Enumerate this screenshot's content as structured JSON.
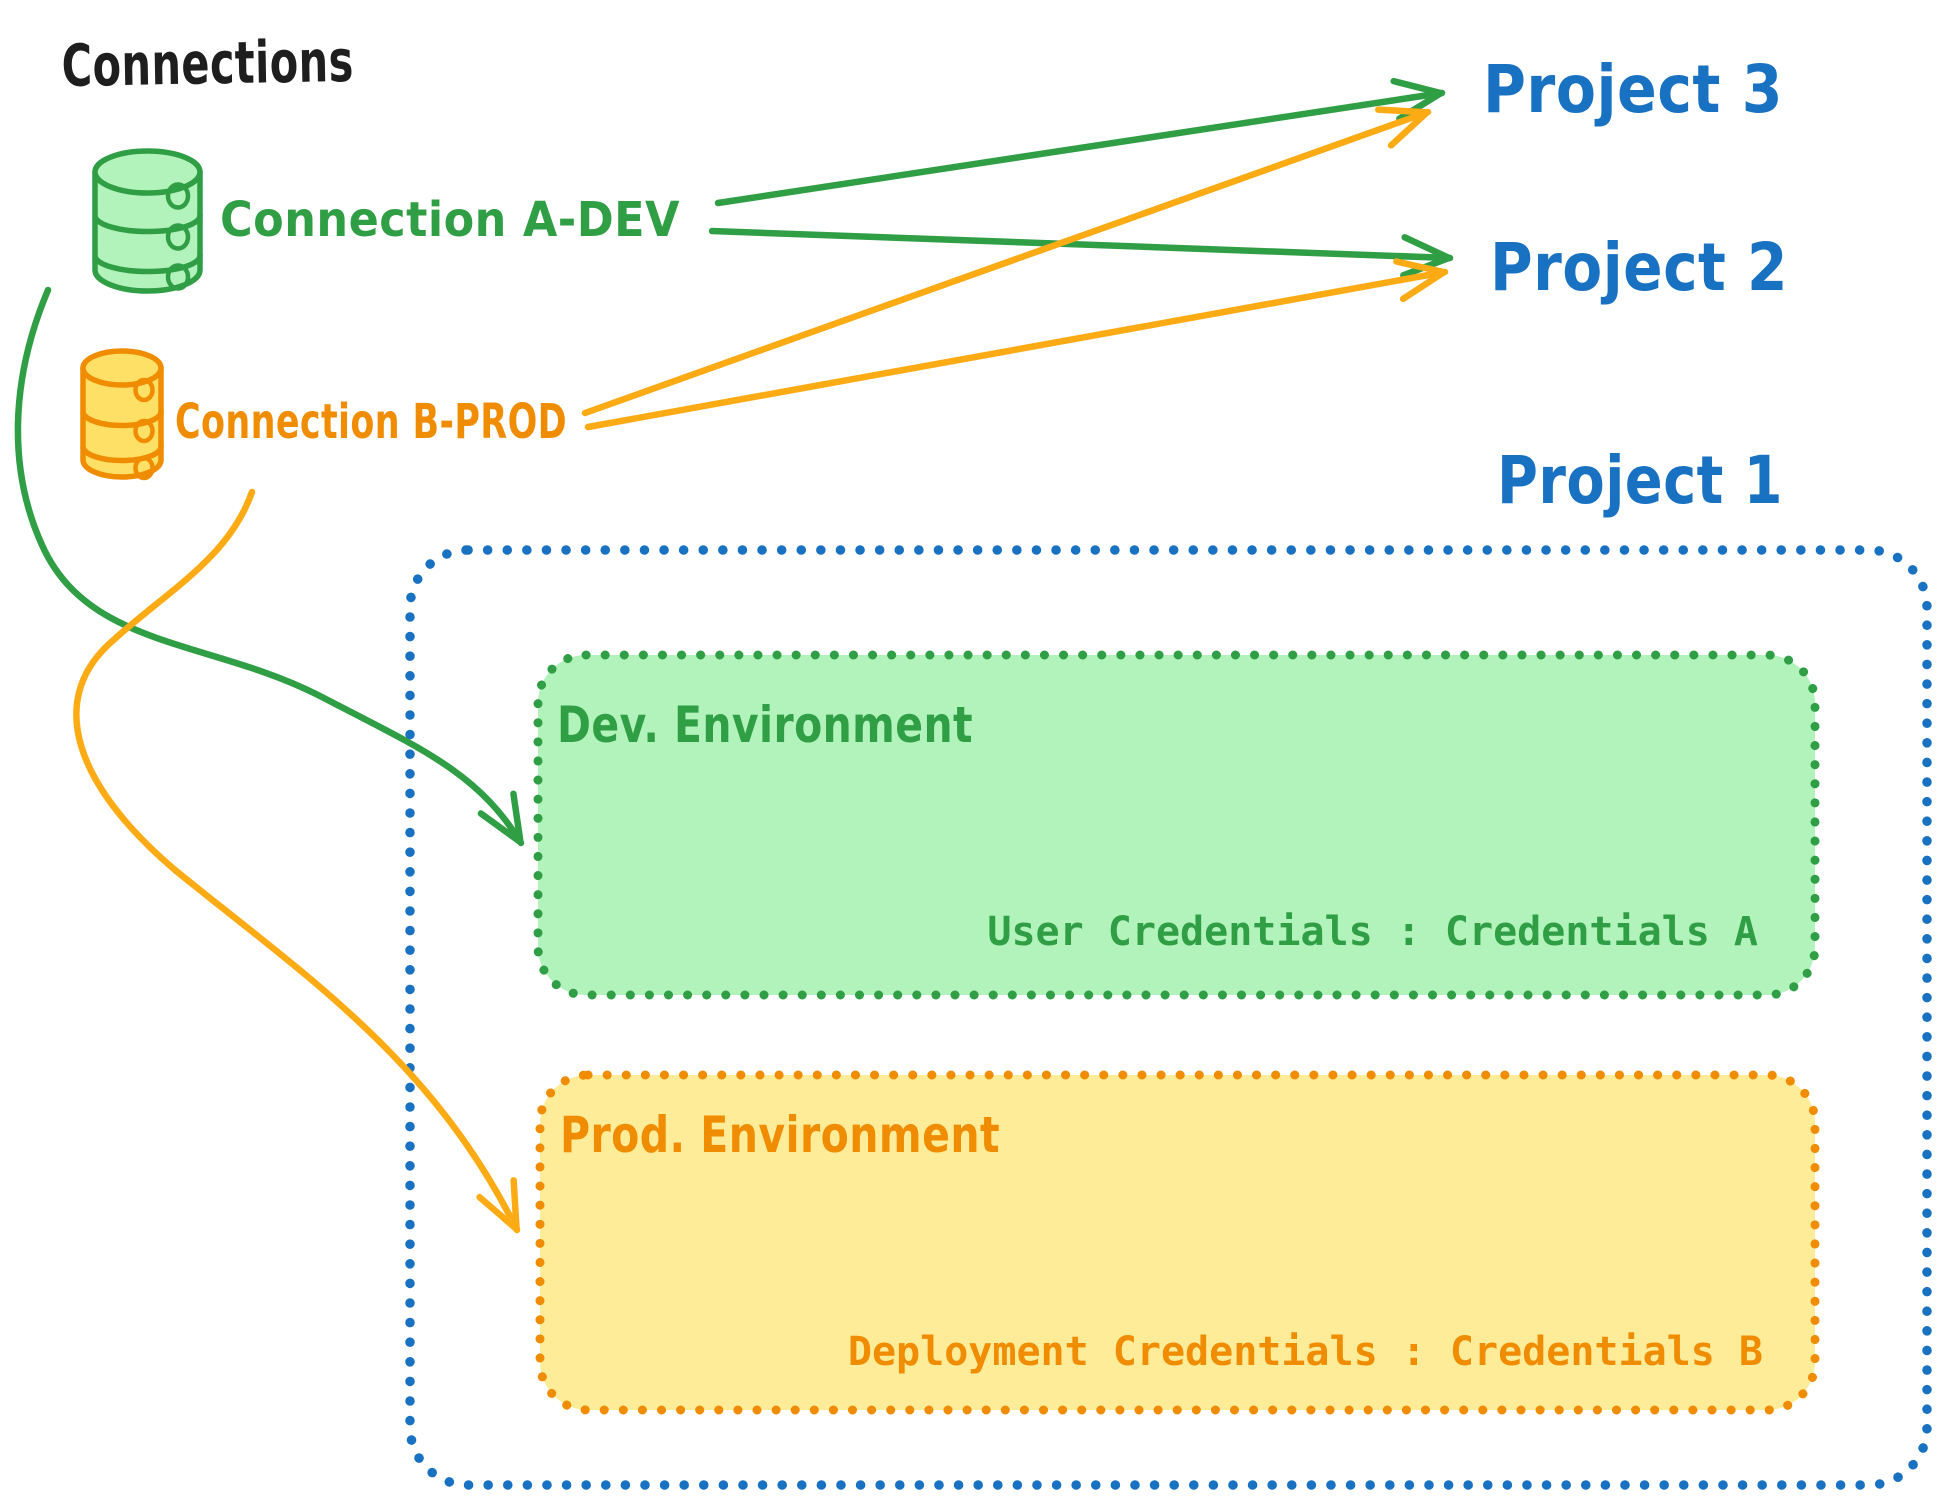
{
  "diagram": {
    "title": "Connections",
    "connection_a": "Connection A-DEV",
    "connection_b": "Connection B-PROD",
    "project3": "Project 3",
    "project2": "Project 2",
    "project1": "Project 1",
    "dev_env": "Dev. Environment",
    "dev_credentials": "User Credentials : Credentials A",
    "prod_env": "Prod. Environment",
    "prod_credentials": "Deployment Credentials : Credentials B"
  },
  "colors": {
    "text_black": "#1e1e1e",
    "blue": "#1971c2",
    "green_stroke": "#2f9e44",
    "green_fill": "#b2f2bb",
    "orange_stroke": "#f08c00",
    "orange_fill": "#ffec99",
    "cylinder_orange_fill": "#ffe066",
    "arrow_orange": "#fcab14",
    "background": "#ffffff"
  }
}
